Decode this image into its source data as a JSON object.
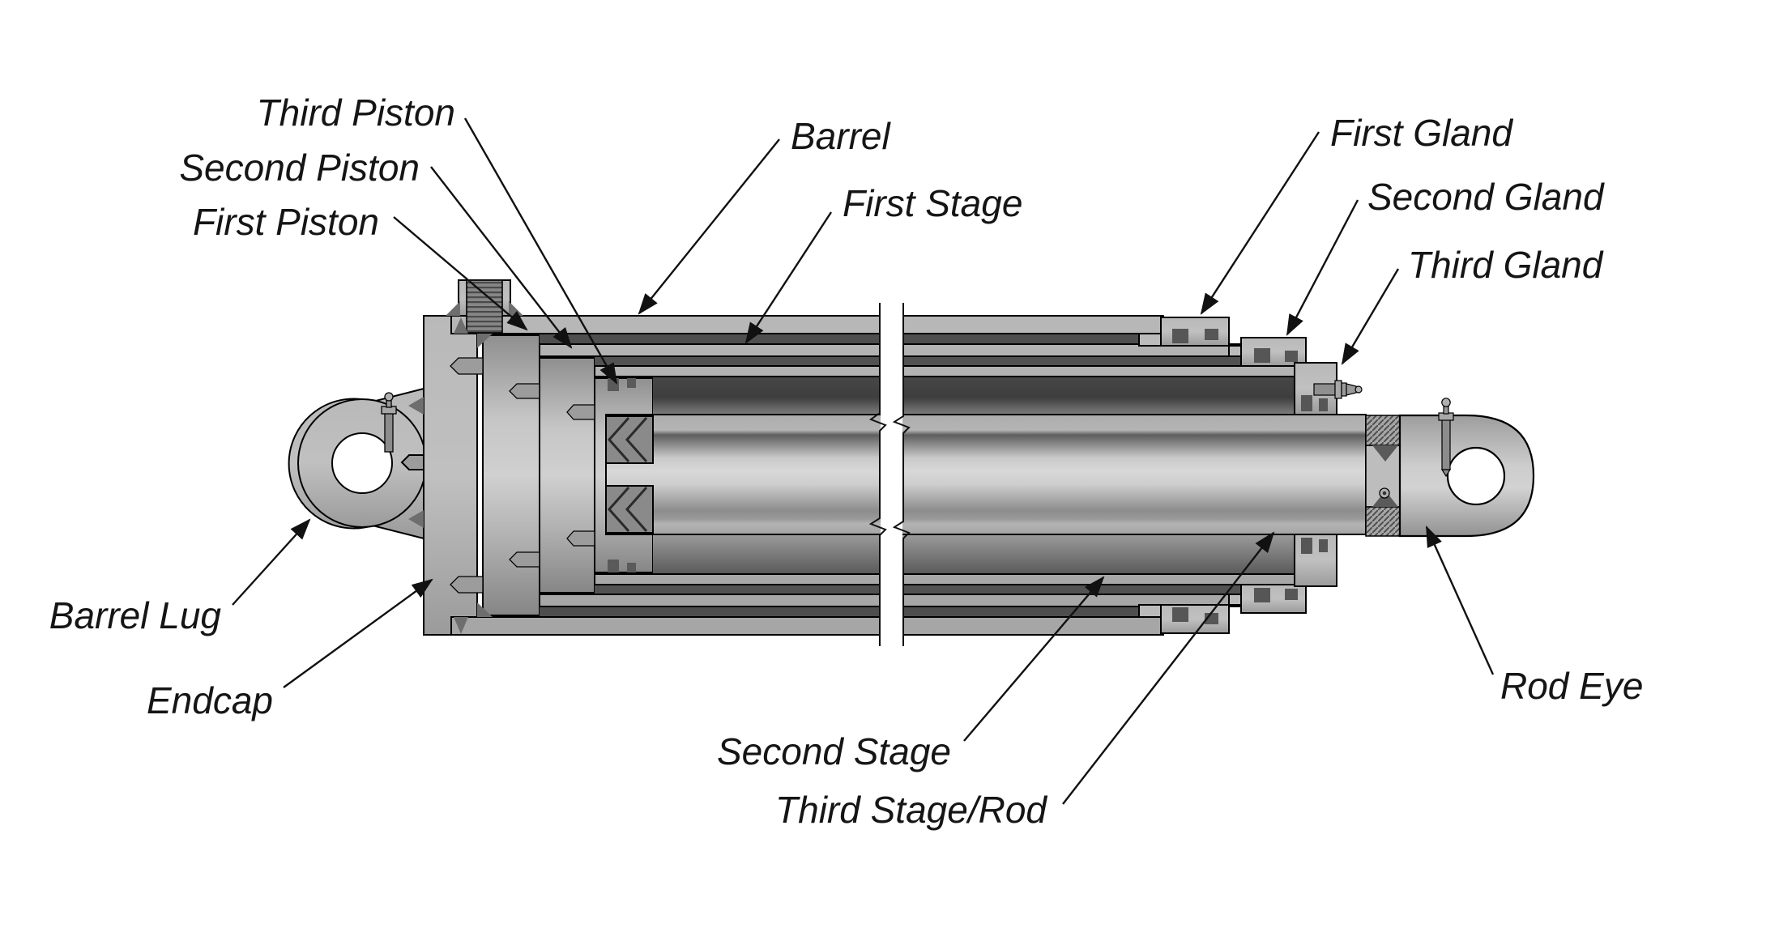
{
  "diagram_type": "telescopic-hydraulic-cylinder-cutaway",
  "labels": {
    "third_piston": "Third Piston",
    "second_piston": "Second Piston",
    "first_piston": "First Piston",
    "barrel": "Barrel",
    "first_stage": "First Stage",
    "first_gland": "First Gland",
    "second_gland": "Second Gland",
    "third_gland": "Third Gland",
    "barrel_lug": "Barrel Lug",
    "endcap": "Endcap",
    "second_stage": "Second Stage",
    "third_stage_rod": "Third Stage/Rod",
    "rod_eye": "Rod Eye"
  },
  "colors": {
    "background": "#ffffff",
    "outline": "#000000",
    "metal_light": "#b5b5b5",
    "metal_mid": "#9a9a9a",
    "metal_dark": "#4e4e4e",
    "label_text": "#151515"
  }
}
